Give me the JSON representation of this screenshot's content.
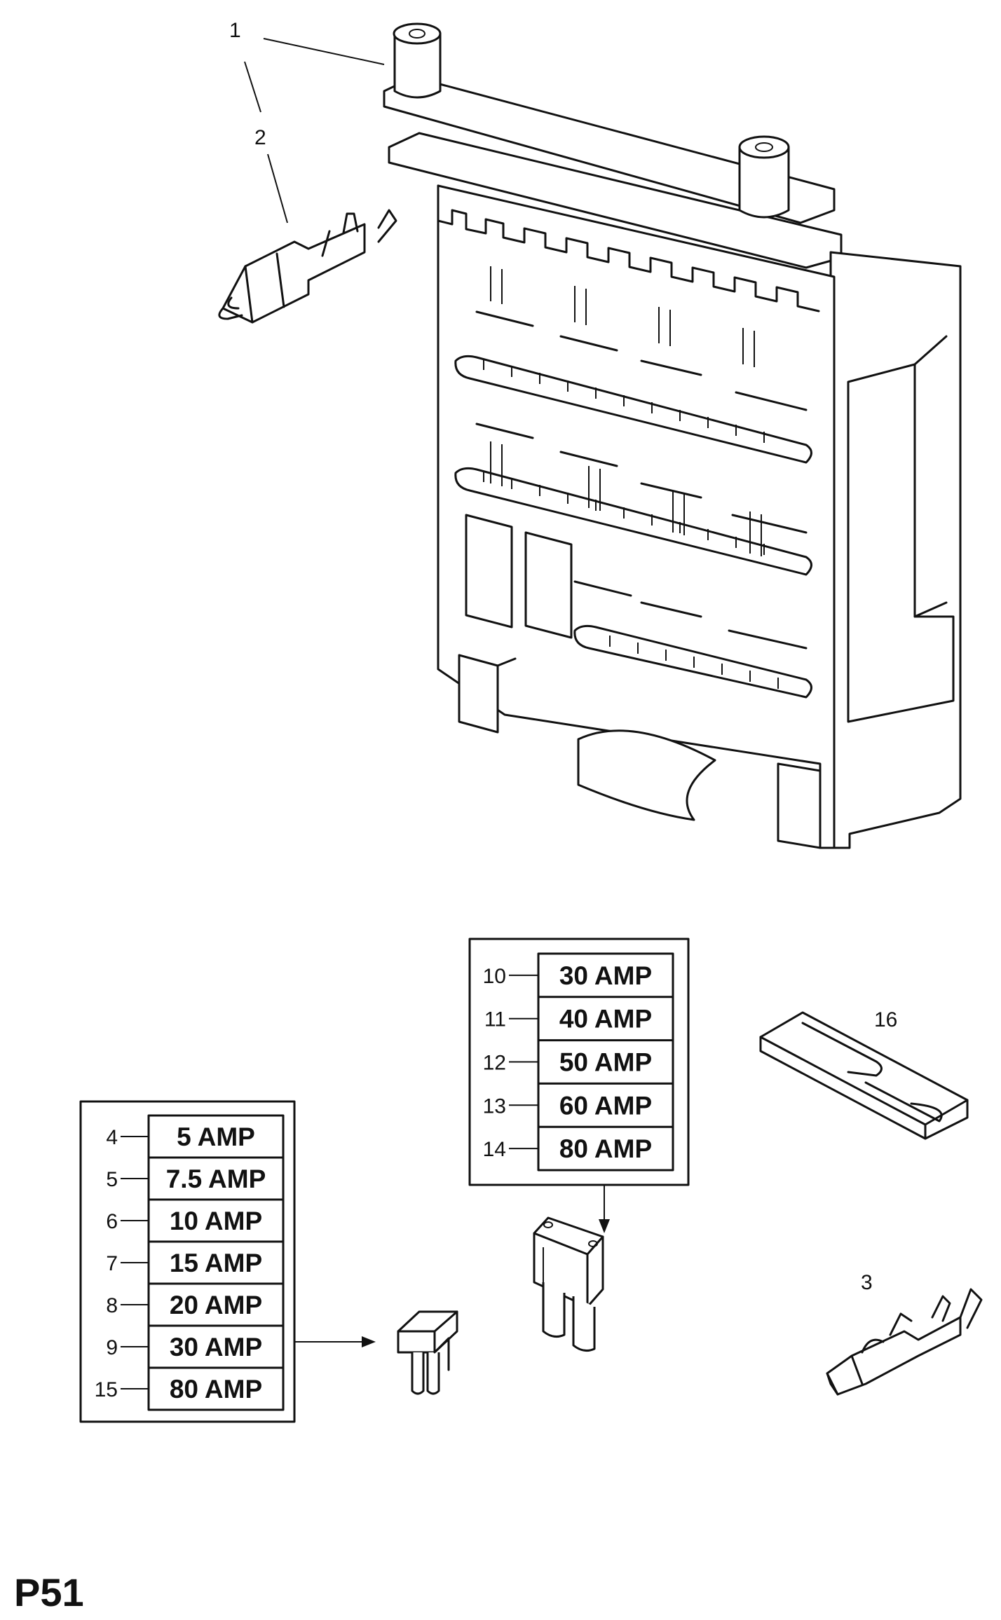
{
  "page_id": "P51",
  "callouts": {
    "fuse_box": "1",
    "terminal_large": "2",
    "terminal_small": "3",
    "fuse_link": "16"
  },
  "mini_fuse_table": [
    {
      "ref": "4",
      "rating": "5 AMP"
    },
    {
      "ref": "5",
      "rating": "7.5 AMP"
    },
    {
      "ref": "6",
      "rating": "10 AMP"
    },
    {
      "ref": "7",
      "rating": "15 AMP"
    },
    {
      "ref": "8",
      "rating": "20 AMP"
    },
    {
      "ref": "9",
      "rating": "30 AMP"
    },
    {
      "ref": "15",
      "rating": "80 AMP"
    }
  ],
  "maxi_fuse_table": [
    {
      "ref": "10",
      "rating": "30 AMP"
    },
    {
      "ref": "11",
      "rating": "40 AMP"
    },
    {
      "ref": "12",
      "rating": "50 AMP"
    },
    {
      "ref": "13",
      "rating": "60 AMP"
    },
    {
      "ref": "14",
      "rating": "80 AMP"
    }
  ]
}
